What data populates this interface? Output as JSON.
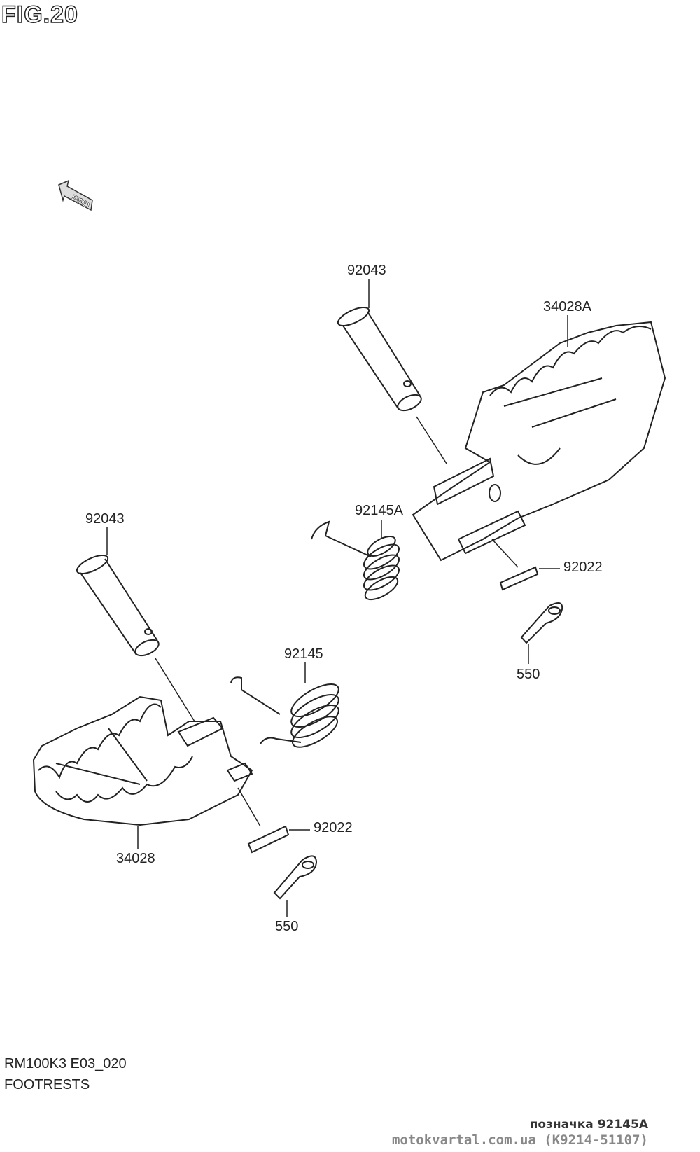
{
  "figure_title": "FIG.20",
  "fwd_marker": "FWD",
  "callouts": {
    "pin_upper": "92043",
    "footrest_right": "34028A",
    "spring_right": "92145A",
    "washer_right": "92022",
    "cotter_right": "550",
    "pin_lower": "92043",
    "spring_left": "92145",
    "washer_left": "92022",
    "footrest_left": "34028",
    "cotter_left": "550"
  },
  "footer": {
    "model_code": "RM100K3 E03_020",
    "section": "FOOTRESTS"
  },
  "note": "позначка 92145A",
  "watermark": "motokvartal.com.ua (K9214-51107)"
}
